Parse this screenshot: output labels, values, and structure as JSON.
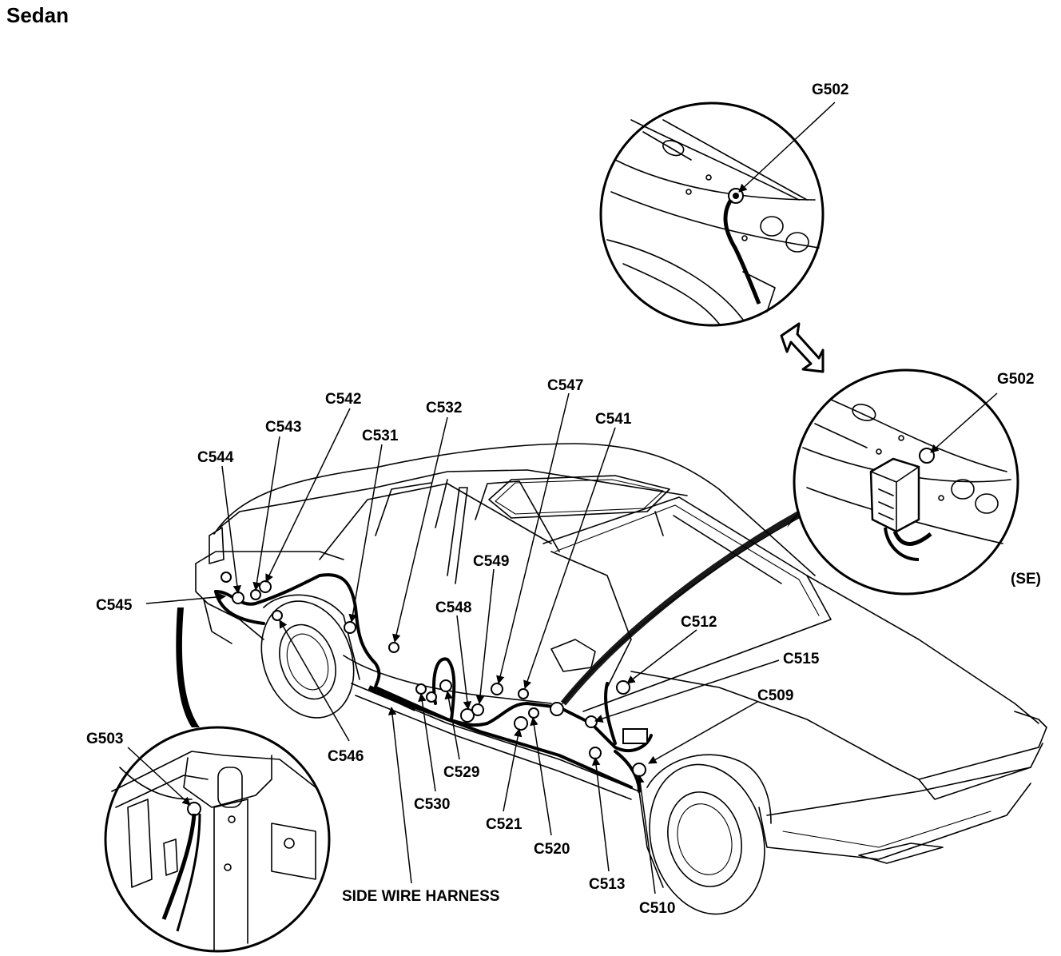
{
  "title": "Sedan",
  "variant_note": "(SE)",
  "harness_label": "SIDE WIRE HARNESS",
  "ground_points": [
    "G502",
    "G502",
    "G503"
  ],
  "connectors": [
    "C545",
    "C544",
    "C543",
    "C542",
    "C531",
    "C532",
    "C547",
    "C541",
    "C549",
    "C548",
    "C512",
    "C515",
    "C509",
    "C546",
    "C529",
    "C530",
    "C521",
    "C520",
    "C513",
    "C510"
  ]
}
